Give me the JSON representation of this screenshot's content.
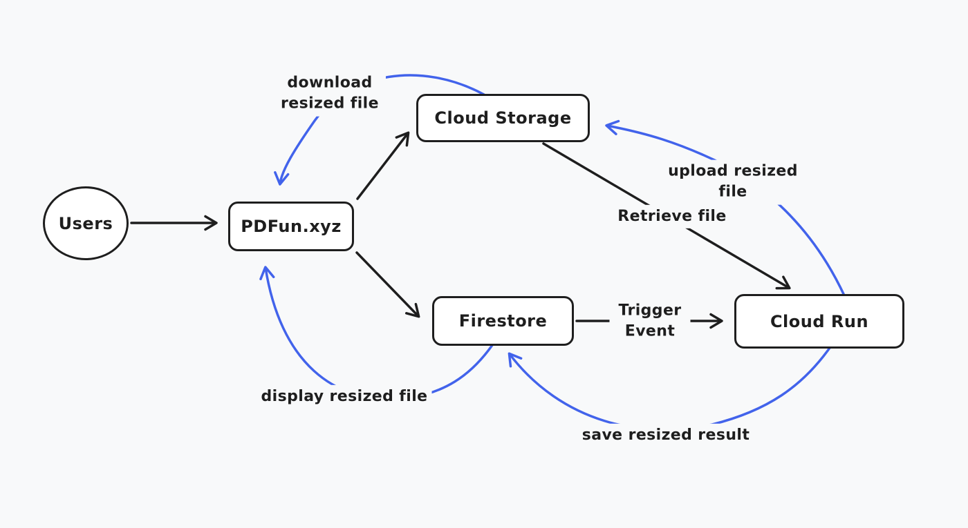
{
  "diagram": {
    "background_color": "#f8f9fa",
    "node_fill_color": "#ffffff",
    "stroke_color": "#1e1e1e",
    "accent_arrow_color": "#4263eb",
    "nodes": [
      {
        "id": "users",
        "label": "Users",
        "shape": "ellipse"
      },
      {
        "id": "pdfun",
        "label": "PDFun.xyz",
        "shape": "rectangle"
      },
      {
        "id": "cloud-storage",
        "label": "Cloud Storage",
        "shape": "rectangle"
      },
      {
        "id": "firestore",
        "label": "Firestore",
        "shape": "rectangle"
      },
      {
        "id": "cloud-run",
        "label": "Cloud Run",
        "shape": "rectangle"
      }
    ],
    "edges": [
      {
        "from": "users",
        "to": "pdfun",
        "style": "straight",
        "color": "black",
        "label": ""
      },
      {
        "from": "pdfun",
        "to": "cloud-storage",
        "style": "straight",
        "color": "black",
        "label": ""
      },
      {
        "from": "pdfun",
        "to": "firestore",
        "style": "straight",
        "color": "black",
        "label": ""
      },
      {
        "from": "cloud-storage",
        "to": "cloud-run",
        "style": "straight",
        "color": "black",
        "label": "Retrieve file"
      },
      {
        "from": "firestore",
        "to": "cloud-run",
        "style": "straight",
        "color": "black",
        "label": "Trigger Event"
      },
      {
        "from": "cloud-storage",
        "to": "pdfun",
        "style": "curved",
        "color": "blue",
        "label": "download resized file"
      },
      {
        "from": "cloud-run",
        "to": "cloud-storage",
        "style": "curved",
        "color": "blue",
        "label": "upload resized file"
      },
      {
        "from": "cloud-run",
        "to": "firestore",
        "style": "curved",
        "color": "blue",
        "label": "save resized result"
      },
      {
        "from": "firestore",
        "to": "pdfun",
        "style": "curved",
        "color": "blue",
        "label": "display resized file"
      }
    ]
  }
}
